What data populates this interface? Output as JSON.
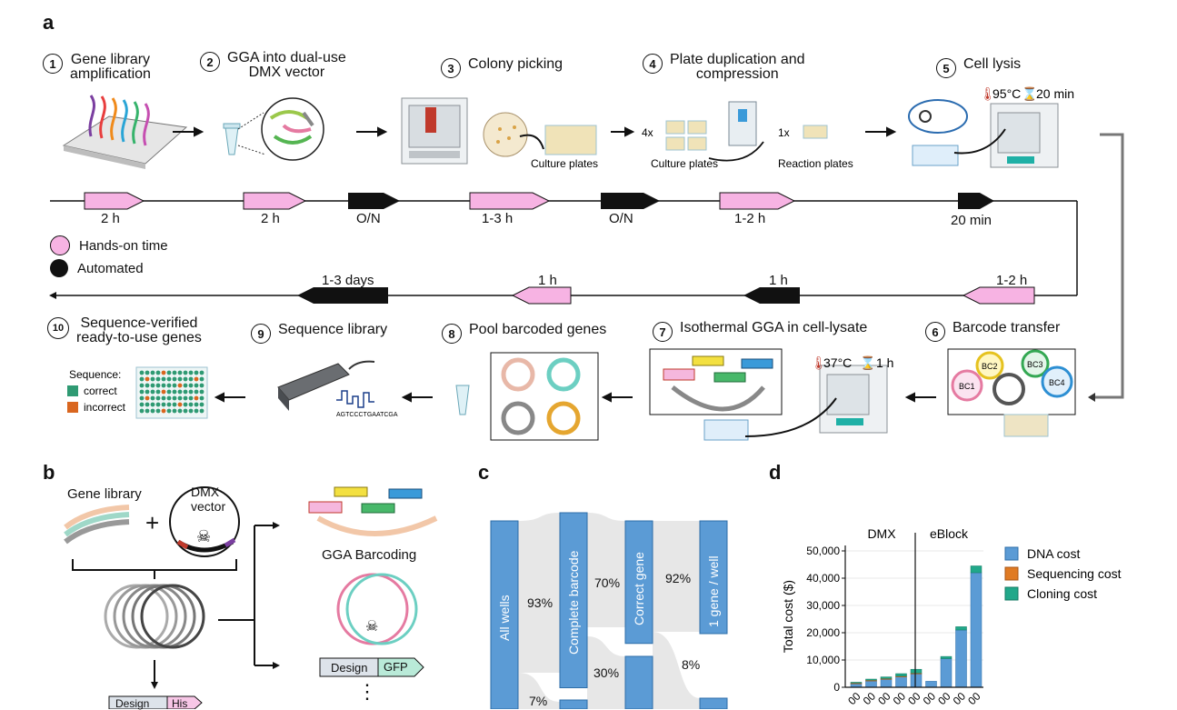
{
  "panels": {
    "a": "a",
    "b": "b",
    "c": "c",
    "d": "d"
  },
  "steps": [
    {
      "num": "1",
      "line1": "Gene library",
      "line2": "amplification"
    },
    {
      "num": "2",
      "line1": "GGA into dual-use",
      "line2": "DMX vector"
    },
    {
      "num": "3",
      "line1": "Colony picking",
      "line2": ""
    },
    {
      "num": "4",
      "line1": "Plate duplication and",
      "line2": "compression"
    },
    {
      "num": "5",
      "line1": "Cell lysis",
      "line2": ""
    },
    {
      "num": "6",
      "line1": "Barcode transfer",
      "line2": ""
    },
    {
      "num": "7",
      "line1": "Isothermal GGA in cell-lysate",
      "line2": ""
    },
    {
      "num": "8",
      "line1": "Pool barcoded genes",
      "line2": ""
    },
    {
      "num": "9",
      "line1": "Sequence library",
      "line2": ""
    },
    {
      "num": "10",
      "line1": "Sequence-verified",
      "line2": "ready-to-use genes"
    }
  ],
  "annotations": {
    "culture_plates_3": "Culture plates",
    "culture_plates_4": "Culture plates",
    "reaction_plates": "Reaction plates",
    "mult_4x": "4x",
    "mult_1x": "1x",
    "lysis_temp": "95°C",
    "lysis_time": "20 min",
    "gga_temp": "37°C",
    "gga_time": "1 h",
    "sequence_label": "Sequence:",
    "correct": "correct",
    "incorrect": "incorrect",
    "seq_read": "AGTCCCTGAATCGA",
    "bc1": "BC1",
    "bc2": "BC2",
    "bc3": "BC3",
    "bc4": "BC4"
  },
  "timeline_top": [
    "2 h",
    "2 h",
    "O/N",
    "1-3 h",
    "O/N",
    "1-2 h",
    "20 min"
  ],
  "timeline_bottom": [
    "1-3 days",
    "1 h",
    "1 h",
    "1-2 h"
  ],
  "legend": {
    "hands_on": "Hands-on time",
    "automated": "Automated"
  },
  "colors": {
    "hands_on": "#f7b3e3",
    "automated": "#111111",
    "dna": "#5b9bd5",
    "sequencing": "#e07b24",
    "cloning": "#21a88a",
    "correct": "#2f9a73",
    "incorrect": "#d9661f"
  },
  "panel_b": {
    "gene_library": "Gene library",
    "dmx_vector_l1": "DMX",
    "dmx_vector_l2": "vector",
    "plus": "+",
    "gga_barcoding": "GGA Barcoding",
    "design1": "Design",
    "tag1": "GFP",
    "design2": "Design",
    "tag2": "His",
    "ellipsis": "⋮"
  },
  "chart_data": [
    {
      "type": "sankey",
      "nodes": [
        "All wells",
        "Complete barcode",
        "Correct gene",
        "1 gene / well"
      ],
      "flows": [
        {
          "from": "All wells",
          "to": "Complete barcode",
          "percent": 93
        },
        {
          "from": "All wells",
          "to": "(lost)",
          "percent": 7
        },
        {
          "from": "Complete barcode",
          "to": "Correct gene",
          "percent": 70
        },
        {
          "from": "Complete barcode",
          "to": "(lost)",
          "percent": 30
        },
        {
          "from": "Correct gene",
          "to": "1 gene / well",
          "percent": 92
        },
        {
          "from": "Correct gene",
          "to": "(lost)",
          "percent": 8
        }
      ],
      "labels": [
        "93%",
        "7%",
        "70%",
        "30%",
        "92%",
        "8%"
      ]
    },
    {
      "type": "bar",
      "stacked": true,
      "groups": [
        "DMX",
        "eBlock"
      ],
      "ylabel": "Total cost ($)",
      "ylim": [
        0,
        50000
      ],
      "yticks": [
        "0",
        "10,000",
        "20,000",
        "30,000",
        "40,000",
        "50,000"
      ],
      "xtick_fragment": "00",
      "series": [
        {
          "name": "DNA cost",
          "values": [
            1300,
            2300,
            2900,
            3800,
            4900,
            2200,
            10500,
            21000,
            42000
          ]
        },
        {
          "name": "Sequencing cost",
          "values": [
            250,
            300,
            300,
            300,
            300,
            0,
            0,
            0,
            0
          ]
        },
        {
          "name": "Cloning cost",
          "values": [
            300,
            400,
            600,
            900,
            1400,
            0,
            800,
            1200,
            2500
          ]
        }
      ]
    }
  ]
}
